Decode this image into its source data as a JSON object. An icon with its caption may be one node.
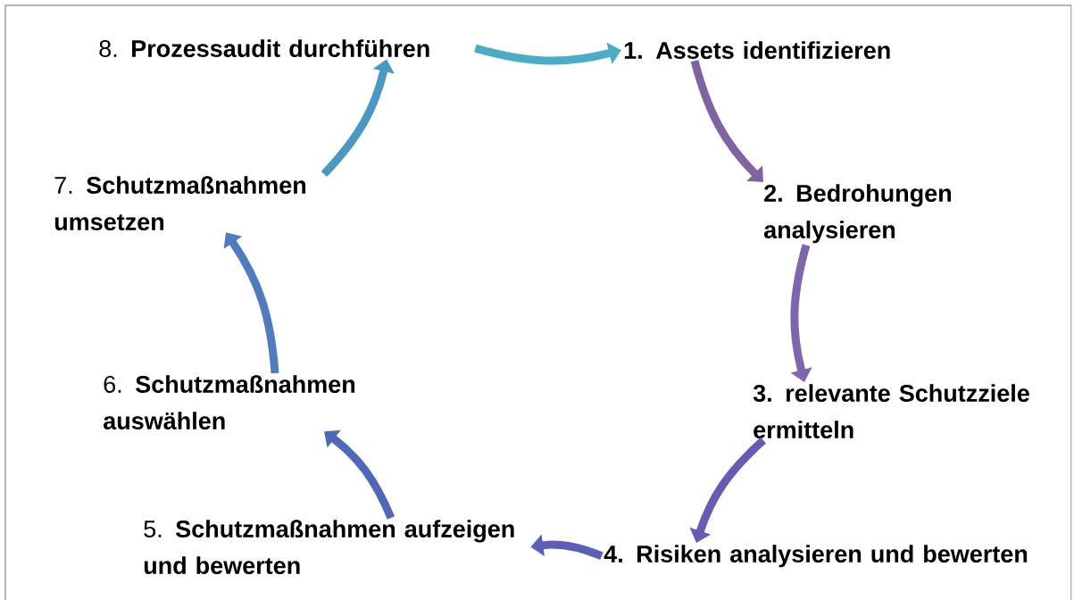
{
  "diagram": {
    "nodes": [
      {
        "text": [
          "**1. Assets identifizieren**"
        ]
      },
      {
        "text": [
          "**2. Bedrohungen analysieren**"
        ]
      },
      {
        "text": [
          "**3. relevante Schutzziele ermitteln**"
        ]
      },
      {
        "text": [
          "**4. Risiken analysieren und bewerten**"
        ]
      },
      {
        "text": [
          "5. **Schutzmaßnahmen aufzeigen und bewerten**"
        ]
      },
      {
        "text": [
          "6. **Schutzmaßnahmen auswählen**"
        ]
      },
      {
        "text": [
          "7. **Schutzmaßnahmen umsetzen**"
        ]
      },
      {
        "text": [
          "8. **Prozessaudit durchführen**"
        ]
      }
    ],
    "edges": [
      {
        "from": 0,
        "to": 1,
        "arrow": "to",
        "color": "#8064a2"
      },
      {
        "from": 1,
        "to": 2,
        "arrow": "to",
        "color": "#7d66ac"
      },
      {
        "from": 2,
        "to": 3,
        "arrow": "to",
        "color": "#6a5ab2"
      },
      {
        "from": 3,
        "to": 4,
        "arrow": "to",
        "color": "#5b5fb6"
      },
      {
        "from": 4,
        "to": 5,
        "arrow": "to",
        "color": "#5168b8"
      },
      {
        "from": 5,
        "to": 6,
        "arrow": "to",
        "color": "#4f7cbd"
      },
      {
        "from": 6,
        "to": 7,
        "arrow": "to",
        "color": "#4b98c4"
      },
      {
        "from": 7,
        "to": 0,
        "arrow": "to",
        "color": "#4bacc6"
      }
    ]
  }
}
